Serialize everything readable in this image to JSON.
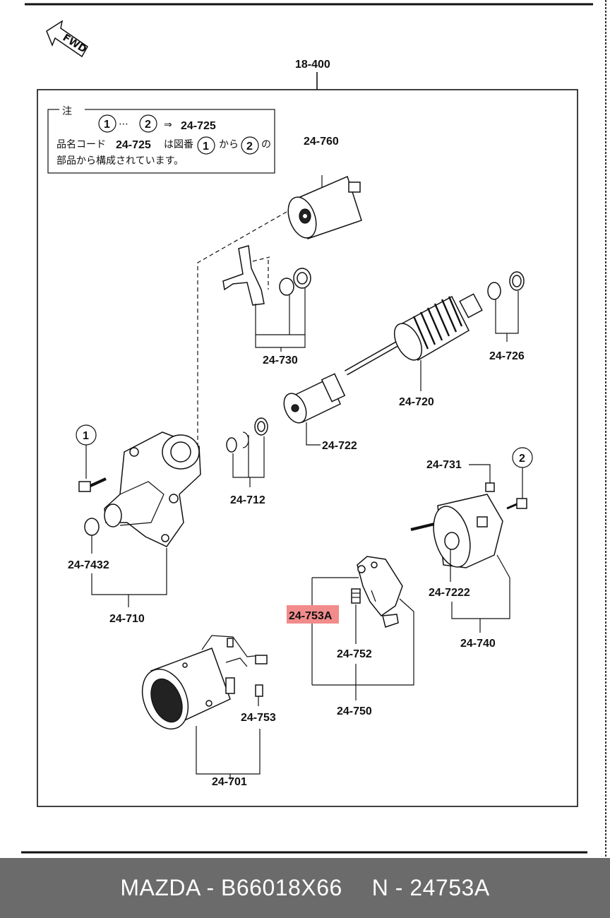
{
  "fwd_label": "FWD",
  "assembly_label": "18-400",
  "note": {
    "title": "注",
    "circle_1": "1",
    "circle_2": "2",
    "ellipsis": "⋯",
    "arrow": "⇒",
    "target": "24-725",
    "line2_prefix": "品名コード",
    "line2_code": "24-725",
    "line2_mid": "は図番",
    "line2_kara": "から",
    "line2_no": "の",
    "line3": "部品から構成されています。"
  },
  "callouts": {
    "c1": "1",
    "c2": "2"
  },
  "labels": {
    "p24760": "24-760",
    "p24730": "24-730",
    "p24726": "24-726",
    "p24720": "24-720",
    "p24722": "24-722",
    "p24712": "24-712",
    "p24731": "24-731",
    "p247432": "24-7432",
    "p24710": "24-710",
    "p247222": "24-7222",
    "p24740": "24-740",
    "p24753A": "24-753A",
    "p24752": "24-752",
    "p24750": "24-750",
    "p24753": "24-753",
    "p24701": "24-701"
  },
  "highlight_color": "#f28b8b",
  "footer": {
    "brand_part": "MAZDA - B66018X66",
    "part_number": "N - 24753A"
  }
}
